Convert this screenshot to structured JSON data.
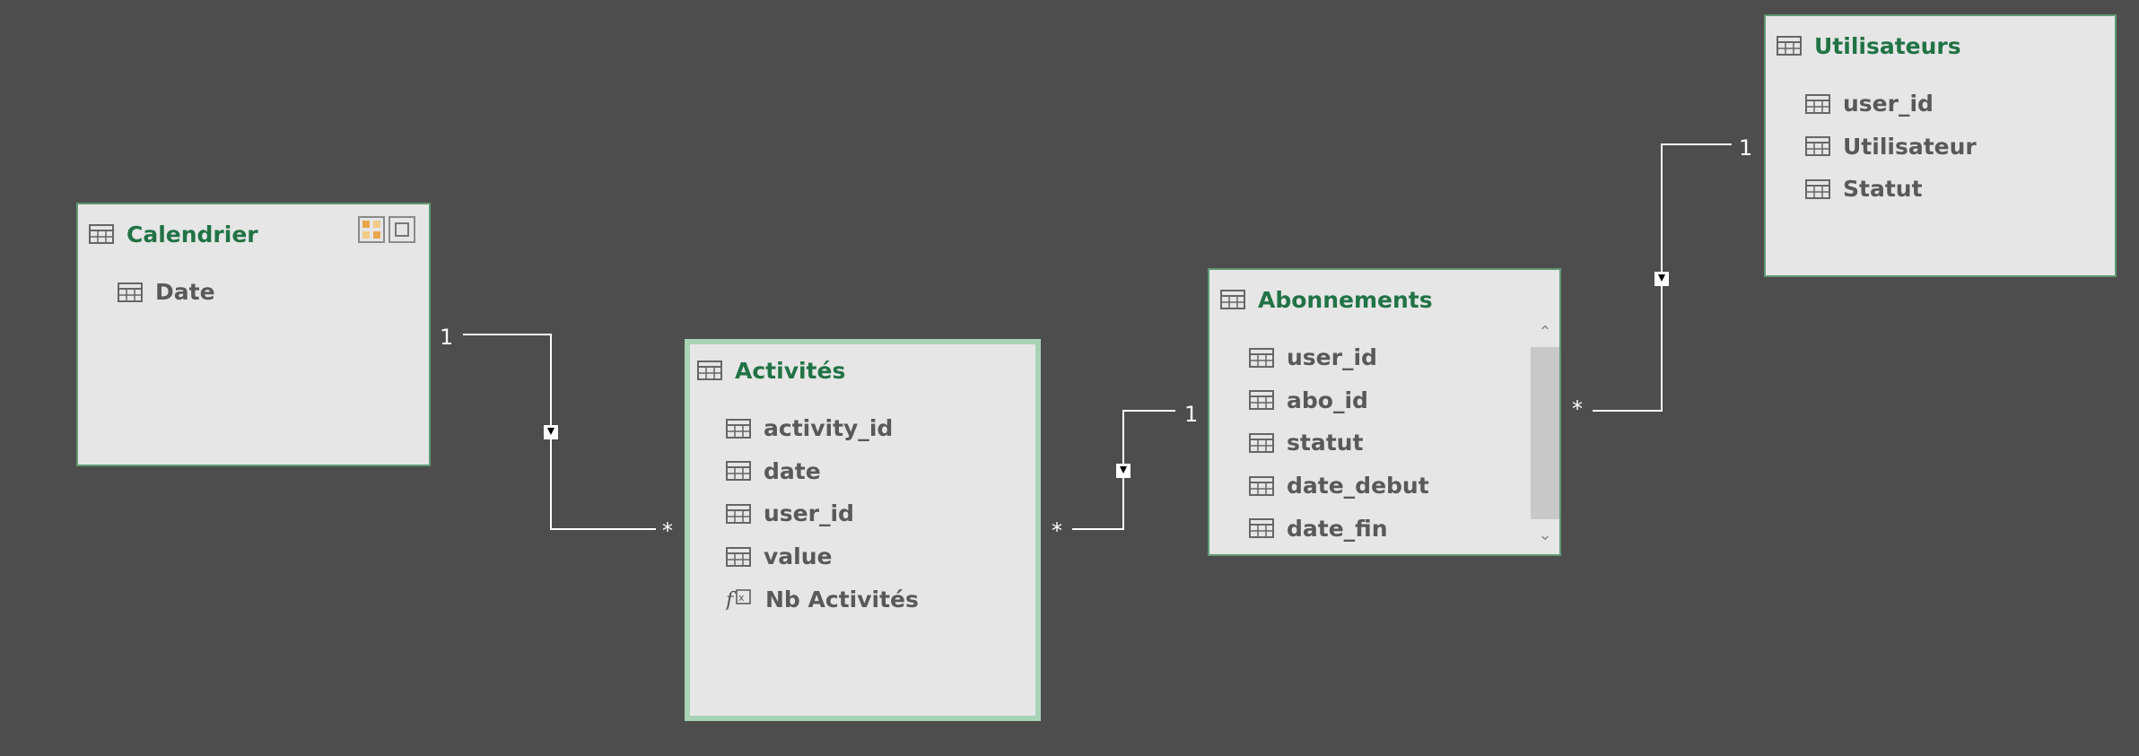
{
  "tables": {
    "calendrier": {
      "title": "Calendrier",
      "fields": [
        "Date"
      ]
    },
    "activites": {
      "title": "Activités",
      "fields": [
        "activity_id",
        "date",
        "user_id",
        "value"
      ],
      "measures": [
        "Nb Activités"
      ]
    },
    "abonnements": {
      "title": "Abonnements",
      "fields": [
        "user_id",
        "abo_id",
        "statut",
        "date_debut",
        "date_fin"
      ]
    },
    "utilisateurs": {
      "title": "Utilisateurs",
      "fields": [
        "user_id",
        "Utilisateur",
        "Statut"
      ]
    }
  },
  "relationships": [
    {
      "from": "Calendrier",
      "to": "Activités",
      "one_label": "1",
      "many_label": "*"
    },
    {
      "from": "Abonnements",
      "to": "Activités",
      "one_label": "1",
      "many_label": "*"
    },
    {
      "from": "Utilisateurs",
      "to": "Abonnements",
      "one_label": "1",
      "many_label": "*"
    }
  ],
  "colors": {
    "canvas": "#4d4d4d",
    "card": "#e6e6e6",
    "title": "#217346",
    "border": "#5e9a73",
    "selected_border": "#a9d3b6",
    "field_text": "#595959",
    "line": "#ffffff"
  },
  "icons": {
    "table": "table-icon",
    "column": "column-icon",
    "measure": "measure-icon"
  }
}
